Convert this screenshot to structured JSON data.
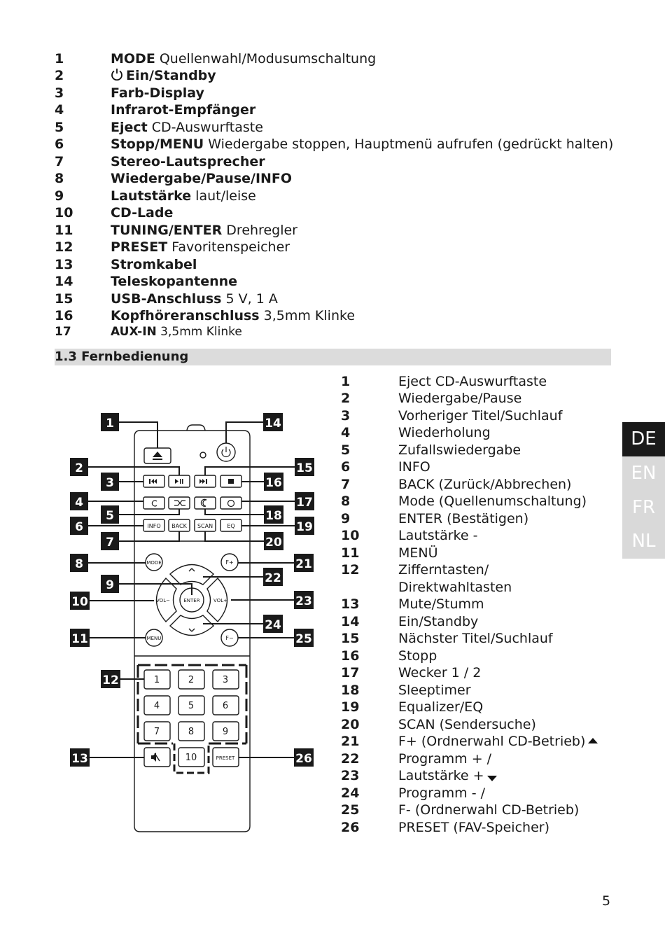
{
  "top_list": [
    {
      "num": "1",
      "bold": "MODE",
      "rest": " Quellenwahl/Modusumschaltung"
    },
    {
      "num": "2",
      "bold": "Ein/Standby",
      "rest": ""
    },
    {
      "num": "3",
      "bold": "Farb-Display",
      "rest": ""
    },
    {
      "num": "4",
      "bold": "Infrarot-Empfänger",
      "rest": ""
    },
    {
      "num": "5",
      "bold": "Eject",
      "rest": " CD-Auswurftaste"
    },
    {
      "num": "6",
      "bold": "Stopp/MENU",
      "rest": " Wiedergabe stoppen, Hauptmenü aufrufen (gedrückt halten)"
    },
    {
      "num": "7",
      "bold": "Stereo-Lautsprecher",
      "rest": ""
    },
    {
      "num": "8",
      "bold": "Wiedergabe/Pause/INFO",
      "rest": ""
    },
    {
      "num": "9",
      "bold": "Lautstärke",
      "rest": " laut/leise"
    },
    {
      "num": "10",
      "bold": "CD-Lade",
      "rest": ""
    },
    {
      "num": "11",
      "bold": "TUNING/ENTER",
      "rest": " Drehregler"
    },
    {
      "num": "12",
      "bold": "PRESET",
      "rest": " Favoritenspeicher"
    },
    {
      "num": "13",
      "bold": "Stromkabel",
      "rest": ""
    },
    {
      "num": "14",
      "bold": "Teleskopantenne",
      "rest": ""
    },
    {
      "num": "15",
      "bold": "USB-Anschluss",
      "rest": " 5 V, 1 A"
    },
    {
      "num": "16",
      "bold": "Kopfhöreranschluss",
      "rest": " 3,5mm Klinke"
    },
    {
      "num": "17",
      "bold": "AUX-IN",
      "rest": " 3,5mm Klinke"
    }
  ],
  "section_title": "1.3 Fernbedienung",
  "right_list": [
    {
      "num": "1",
      "text": "Eject CD-Auswurftaste"
    },
    {
      "num": "2",
      "text": "Wiedergabe/Pause"
    },
    {
      "num": "3",
      "text": "Vorheriger Titel/Suchlauf"
    },
    {
      "num": "4",
      "text": "Wiederholung"
    },
    {
      "num": "5",
      "text": "Zufallswiedergabe"
    },
    {
      "num": "6",
      "text": "INFO"
    },
    {
      "num": "7",
      "text": "BACK (Zurück/Abbrechen)"
    },
    {
      "num": "8",
      "text": "Mode (Quellenumschaltung)"
    },
    {
      "num": "9",
      "text": "ENTER (Bestätigen)"
    },
    {
      "num": "10",
      "text": "Lautstärke -"
    },
    {
      "num": "11",
      "text": "MENÜ"
    },
    {
      "num": "12",
      "text": "Zifferntasten/"
    },
    {
      "num": "",
      "text": "Direktwahltasten"
    },
    {
      "num": "13",
      "text": "Mute/Stumm"
    },
    {
      "num": "14",
      "text": "Ein/Standby"
    },
    {
      "num": "15",
      "text": "Nächster Titel/Suchlauf"
    },
    {
      "num": "16",
      "text": "Stopp"
    },
    {
      "num": "17",
      "text": "Wecker 1 / 2"
    },
    {
      "num": "18",
      "text": "Sleeptimer"
    },
    {
      "num": "19",
      "text": "Equalizer/EQ"
    },
    {
      "num": "20",
      "text": "SCAN (Sendersuche)"
    },
    {
      "num": "21",
      "text": "F+ (Ordnerwahl CD-Betrieb)"
    },
    {
      "num": "22",
      "text": "Programm + /"
    },
    {
      "num": "23",
      "text": "Lautstärke +"
    },
    {
      "num": "24",
      "text": "Programm - /"
    },
    {
      "num": "25",
      "text": "F- (Ordnerwahl CD-Betrieb)"
    },
    {
      "num": "26",
      "text": "PRESET (FAV-Speicher)"
    }
  ],
  "languages": [
    "DE",
    "EN",
    "FR",
    "NL"
  ],
  "active_language": "DE",
  "page_number": "5",
  "remote": {
    "button_labels": {
      "info": "INFO",
      "back": "BACK",
      "scan": "SCAN",
      "eq": "EQ",
      "mode": "MODE",
      "fplus": "F+",
      "fminus": "F−",
      "menu": "MENU",
      "enter": "ENTER",
      "volminus": "VOL−",
      "volplus": "VOL+",
      "preset": "PRESET",
      "digits": [
        "1",
        "2",
        "3",
        "4",
        "5",
        "6",
        "7",
        "8",
        "9",
        "10"
      ]
    },
    "callouts": [
      "1",
      "2",
      "3",
      "4",
      "5",
      "6",
      "7",
      "8",
      "9",
      "10",
      "11",
      "12",
      "13",
      "14",
      "15",
      "16",
      "17",
      "18",
      "19",
      "20",
      "21",
      "22",
      "23",
      "24",
      "25",
      "26"
    ]
  }
}
